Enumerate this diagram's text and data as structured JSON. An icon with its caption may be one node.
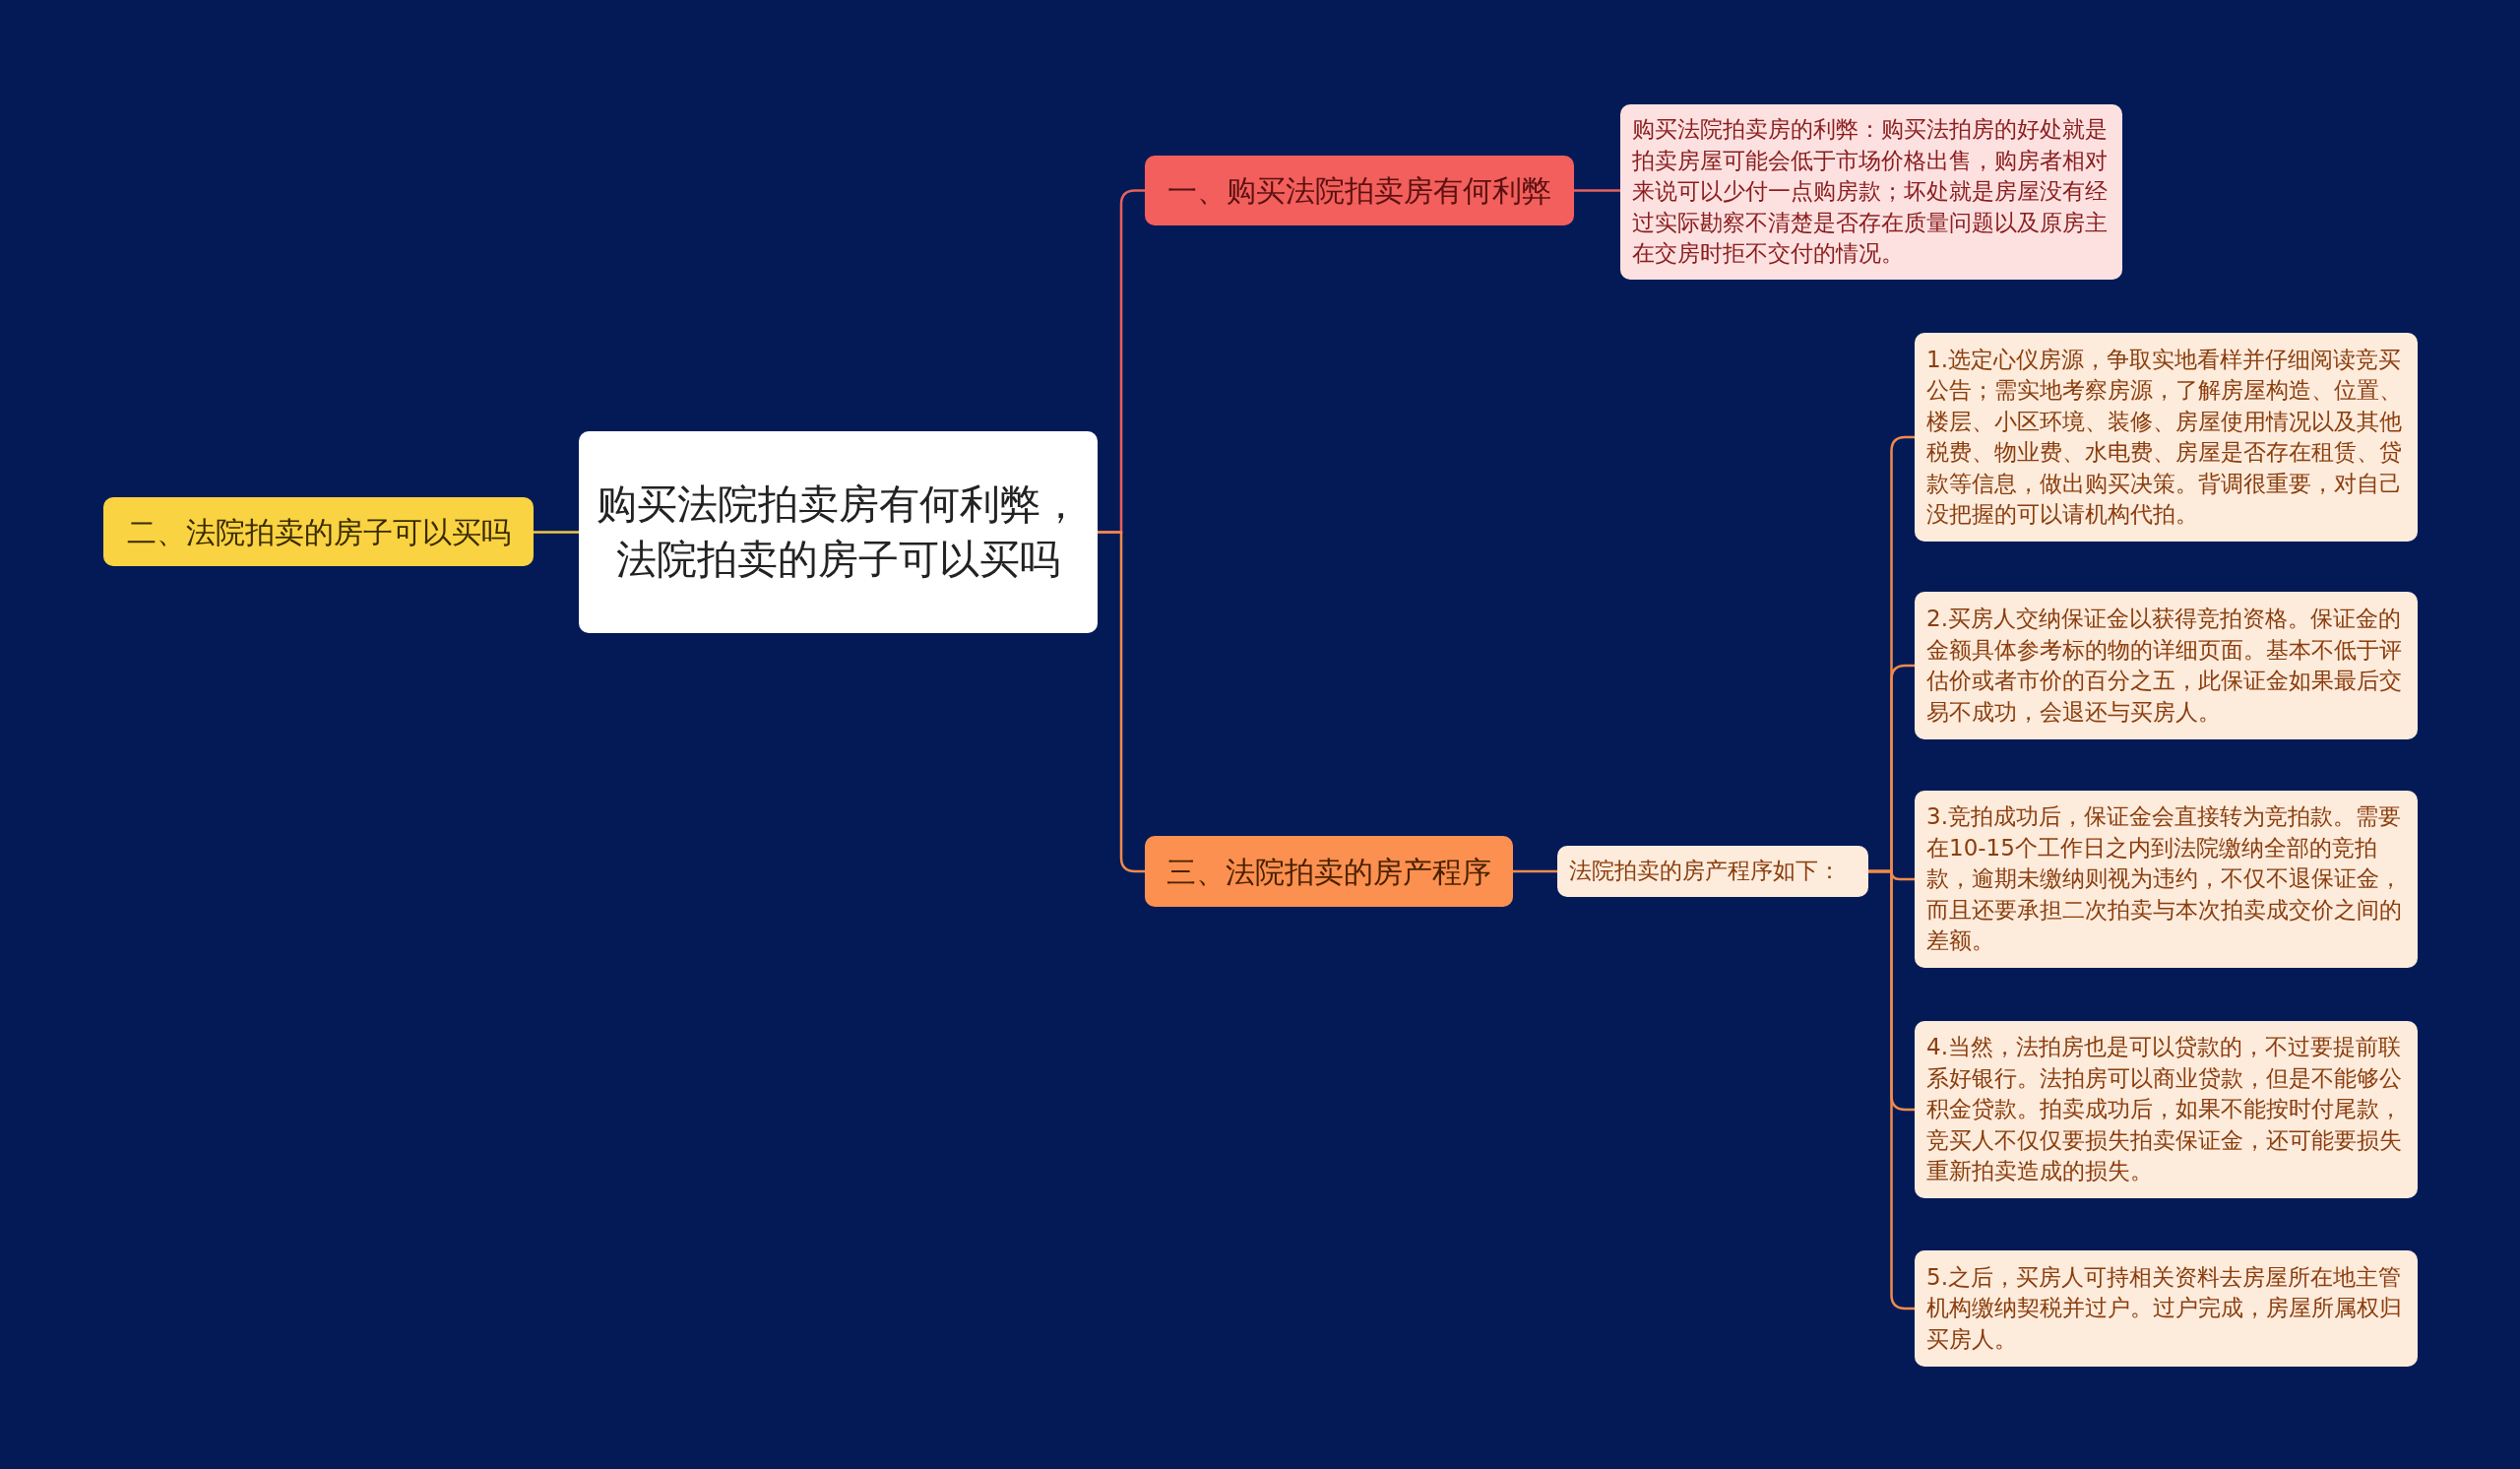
{
  "diagram": {
    "nodes": [
      {
        "text": [
          "购买法院拍卖房有何利弊，法院拍卖的房子可以买吗"
        ]
      },
      {
        "text": [
          "一、购买法院拍卖房有何利弊"
        ]
      },
      {
        "text": [
          "购买法院拍卖房的利弊：购买法拍房的好处就是拍卖房屋可能会低于市场价格出售，购房者相对来说可以少付一点购房款；坏处就是房屋没有经过实际勘察不清楚是否存在质量问题以及原房主在交房时拒不交付的情况。"
        ]
      },
      {
        "text": [
          "二、法院拍卖的房子可以买吗"
        ]
      },
      {
        "text": [
          "三、法院拍卖的房产程序"
        ]
      },
      {
        "text": [
          "法院拍卖的房产程序如下："
        ]
      },
      {
        "text": [
          "1.选定心仪房源，争取实地看样并仔细阅读竞买公告；需实地考察房源，了解房屋构造、位置、楼层、小区环境、装修、房屋使用情况以及其他税费、物业费、水电费、房屋是否存在租赁、贷款等信息，做出购买决策。背调很重要，对自己没把握的可以请机构代拍。"
        ]
      },
      {
        "text": [
          "2.买房人交纳保证金以获得竞拍资格。保证金的金额具体参考标的物的详细页面。基本不低于评估价或者市价的百分之五，此保证金如果最后交易不成功，会退还与买房人。"
        ]
      },
      {
        "text": [
          "3.竞拍成功后，保证金会直接转为竞拍款。需要在10-15个工作日之内到法院缴纳全部的竞拍款，逾期未缴纳则视为违约，不仅不退保证金，而且还要承担二次拍卖与本次拍卖成交价之间的差额。"
        ]
      },
      {
        "text": [
          "4.当然，法拍房也是可以贷款的，不过要提前联系好银行。法拍房可以商业贷款，但是不能够公积金贷款。拍卖成功后，如果不能按时付尾款，竞买人不仅仅要损失拍卖保证金，还可能要损失重新拍卖造成的损失。"
        ]
      },
      {
        "text": [
          "5.之后，买房人可持相关资料去房屋所在地主管机构缴纳契税并过户。过户完成，房屋所属权归买房人。"
        ]
      }
    ],
    "edges": [
      {
        "from": 0,
        "to": 1,
        "arrow": "none",
        "color": "#e8605c"
      },
      {
        "from": 1,
        "to": 2,
        "arrow": "none",
        "color": "#e8605c"
      },
      {
        "from": 0,
        "to": 3,
        "arrow": "none",
        "color": "#f2c744"
      },
      {
        "from": 0,
        "to": 4,
        "arrow": "none"
      },
      {
        "from": 4,
        "to": 5,
        "arrow": "none"
      },
      {
        "from": 5,
        "to": 6,
        "arrow": "none"
      },
      {
        "from": 5,
        "to": 7,
        "arrow": "none"
      },
      {
        "from": 5,
        "to": 8,
        "arrow": "none"
      },
      {
        "from": 5,
        "to": 9,
        "arrow": "none"
      },
      {
        "from": 5,
        "to": 10,
        "arrow": "none"
      }
    ]
  }
}
